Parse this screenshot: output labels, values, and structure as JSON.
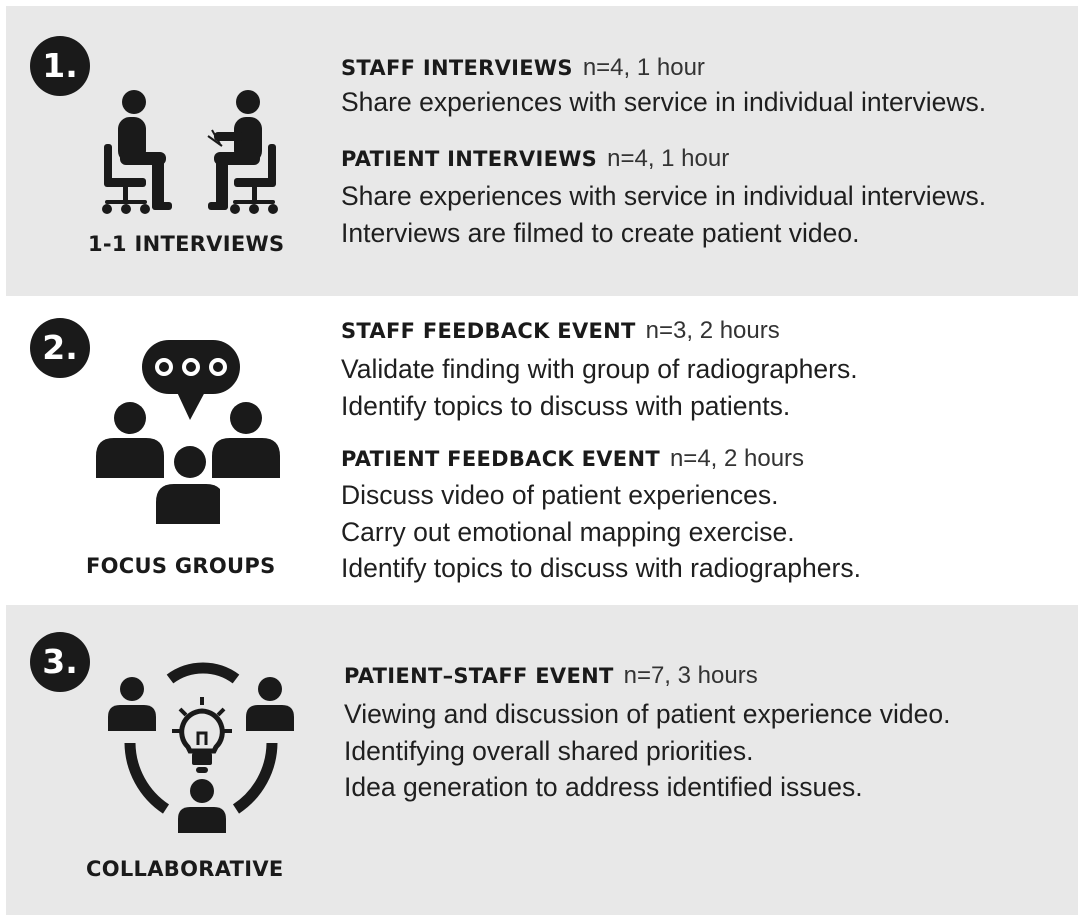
{
  "sections": [
    {
      "number": "1.",
      "caption": "1-1 INTERVIEWS",
      "icon": "two-people-seated-interview-icon",
      "entries": [
        {
          "title": "STAFF INTERVIEWS",
          "meta": "n=4, 1 hour",
          "lines": [
            "Share experiences with service in individual interviews."
          ]
        },
        {
          "title": "PATIENT INTERVIEWS",
          "meta": "n=4, 1 hour",
          "lines": [
            "Share experiences with service in individual interviews.",
            "Interviews are filmed to create patient video."
          ]
        }
      ]
    },
    {
      "number": "2.",
      "caption": "FOCUS GROUPS",
      "icon": "group-speech-bubble-icon",
      "entries": [
        {
          "title": "STAFF FEEDBACK EVENT",
          "meta": "n=3, 2 hours",
          "lines": [
            "Validate finding with group of radiographers.",
            "Identify topics to discuss with patients."
          ]
        },
        {
          "title": "PATIENT FEEDBACK EVENT",
          "meta": "n=4, 2 hours",
          "lines": [
            "Discuss video of patient experiences.",
            "Carry out emotional mapping exercise.",
            "Identify topics to discuss with radiographers."
          ]
        }
      ]
    },
    {
      "number": "3.",
      "caption": "COLLABORATIVE",
      "icon": "collaboration-lightbulb-icon",
      "entries": [
        {
          "title": "PATIENT–STAFF EVENT",
          "meta": "n=7, 3 hours",
          "lines": [
            "Viewing and discussion of patient experience video.",
            "Identifying overall shared priorities.",
            "Idea generation to address identified issues."
          ]
        }
      ]
    }
  ],
  "colors": {
    "panel_gray": "#e8e8e8",
    "ink": "#1a1a1a",
    "background": "#ffffff"
  }
}
